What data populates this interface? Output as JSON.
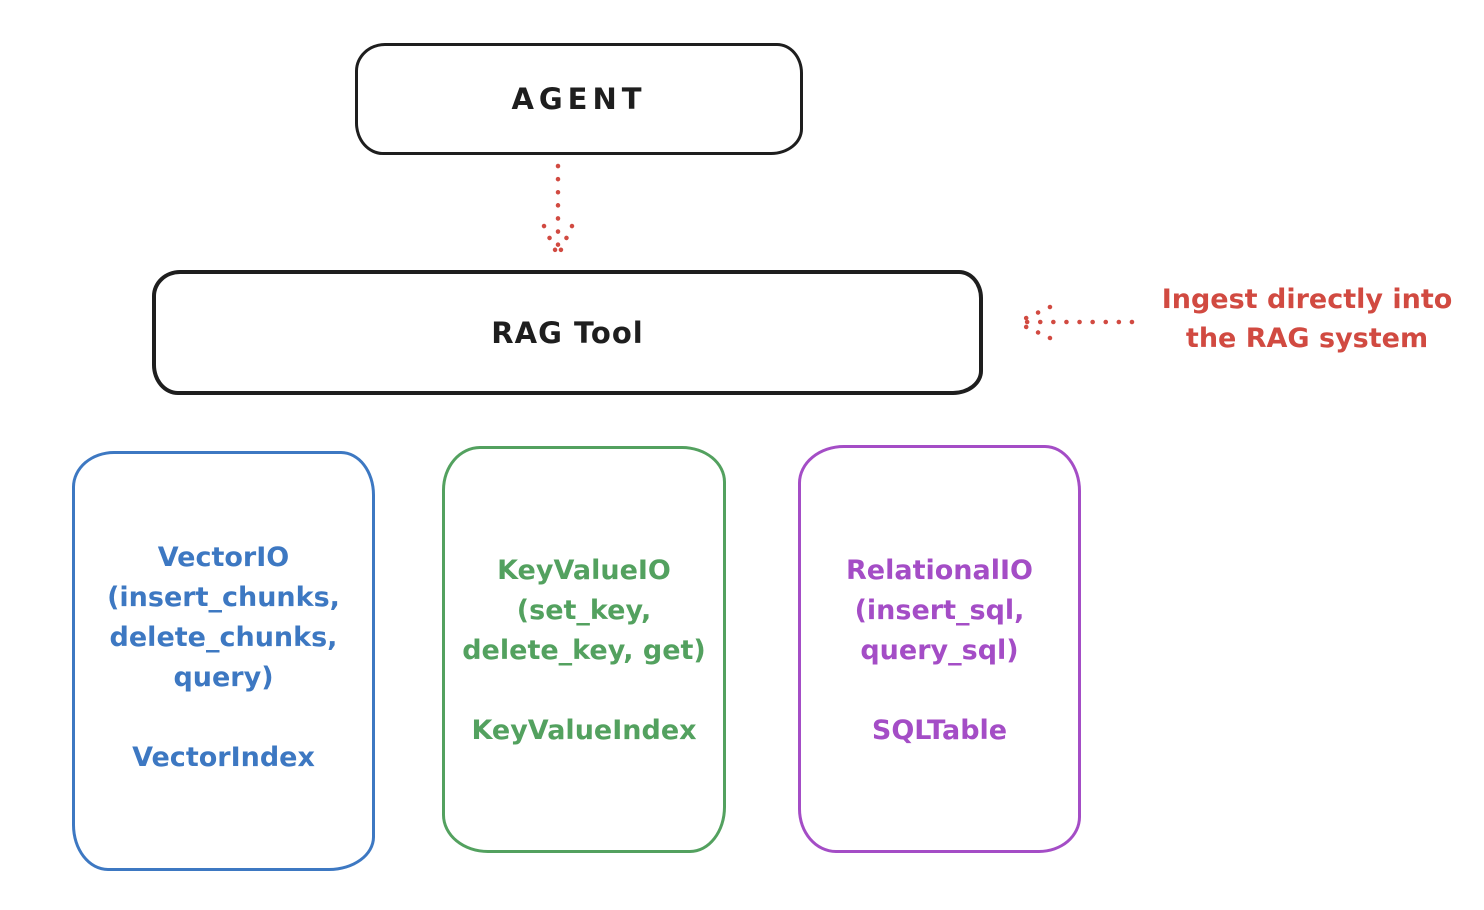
{
  "colors": {
    "ink": "#1e1e1e",
    "red": "#d14a41",
    "blue": "#3d78c2",
    "green": "#53a15f",
    "purple": "#a44dc6"
  },
  "diagram": {
    "agent": {
      "label": "AGENT"
    },
    "rag_tool": {
      "label": "RAG Tool"
    },
    "annotation": {
      "line1": "Ingest directly into",
      "line2": "the RAG system"
    },
    "backends": [
      {
        "name": "vector",
        "interface_lines": [
          "VectorIO",
          "(insert_chunks,",
          "delete_chunks,",
          "query)"
        ],
        "index": "VectorIndex"
      },
      {
        "name": "keyvalue",
        "interface_lines": [
          "KeyValueIO",
          "(set_key,",
          "delete_key, get)"
        ],
        "index": "KeyValueIndex"
      },
      {
        "name": "relational",
        "interface_lines": [
          "RelationalIO",
          "(insert_sql,",
          "query_sql)"
        ],
        "index": "SQLTable"
      }
    ]
  }
}
